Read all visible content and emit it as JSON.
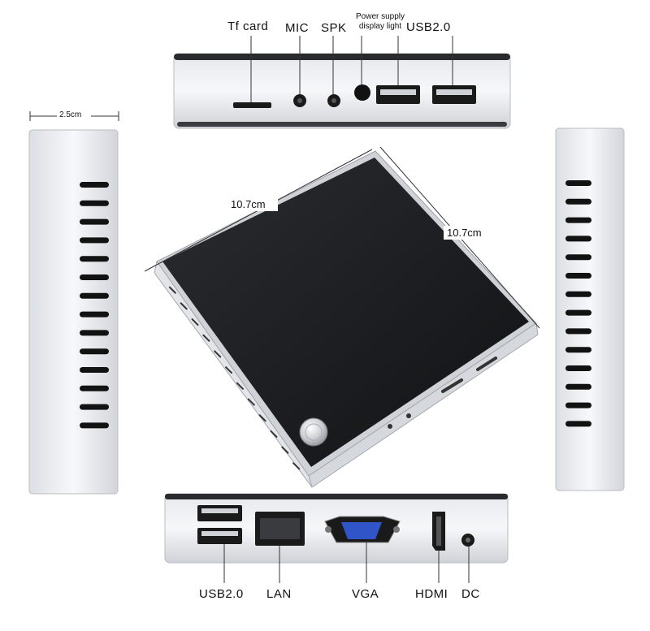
{
  "top_panel": {
    "labels": {
      "tf_card": "Tf card",
      "mic": "MIC",
      "spk": "SPK",
      "power_line1": "Power supply",
      "power_line2": "display light",
      "usb": "USB2.0"
    }
  },
  "bottom_panel": {
    "labels": {
      "usb": "USB2.0",
      "lan": "LAN",
      "vga": "VGA",
      "hdmi": "HDMI",
      "dc": "DC"
    }
  },
  "dimensions": {
    "thickness": "2.5cm",
    "width": "10.7cm",
    "depth": "10.7cm"
  },
  "side_panels": {
    "left_vent_slots": 14,
    "right_vent_slots": 14
  },
  "colors": {
    "metal_light": "#f2f3f5",
    "metal_dark": "#c9ccd1",
    "top_surface": "#1b1c1f",
    "port_black": "#1a1a1a",
    "vga_blue": "#2f55c8",
    "label_text": "#111111"
  },
  "icons": {
    "power_button": "power-button-icon",
    "lan_port": "ethernet-port-icon",
    "vga_port": "vga-port-icon",
    "hdmi_port": "hdmi-port-icon",
    "dc_port": "dc-jack-icon"
  }
}
